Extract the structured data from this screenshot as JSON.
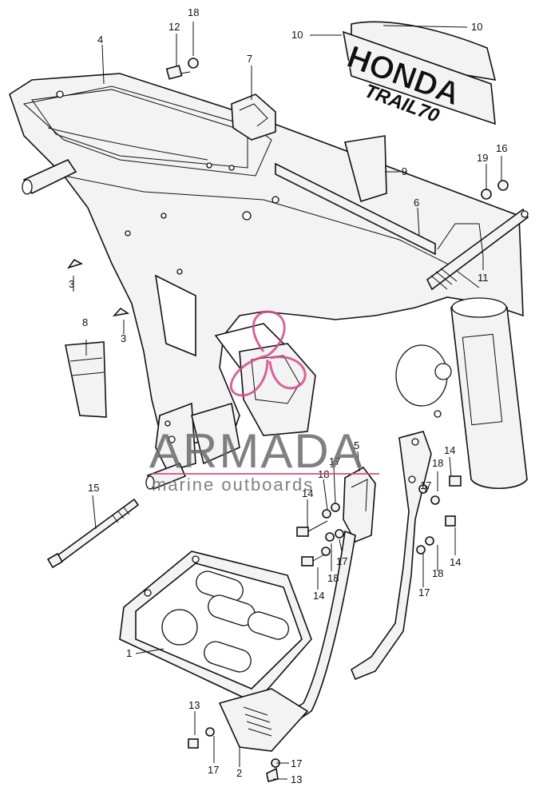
{
  "emblem": {
    "brand": "HONDA",
    "model": "TRAIL70"
  },
  "watermark": {
    "name": "ARMADA",
    "tagline": "marine outboards",
    "accent": "#d24a8c"
  },
  "callouts": [
    "1",
    "2",
    "3",
    "3",
    "4",
    "5",
    "6",
    "7",
    "8",
    "9",
    "10",
    "10",
    "11",
    "12",
    "13",
    "13",
    "14",
    "14",
    "14",
    "14",
    "15",
    "16",
    "17",
    "17",
    "17",
    "17",
    "17",
    "17",
    "18",
    "18",
    "18",
    "18",
    "18",
    "19"
  ]
}
